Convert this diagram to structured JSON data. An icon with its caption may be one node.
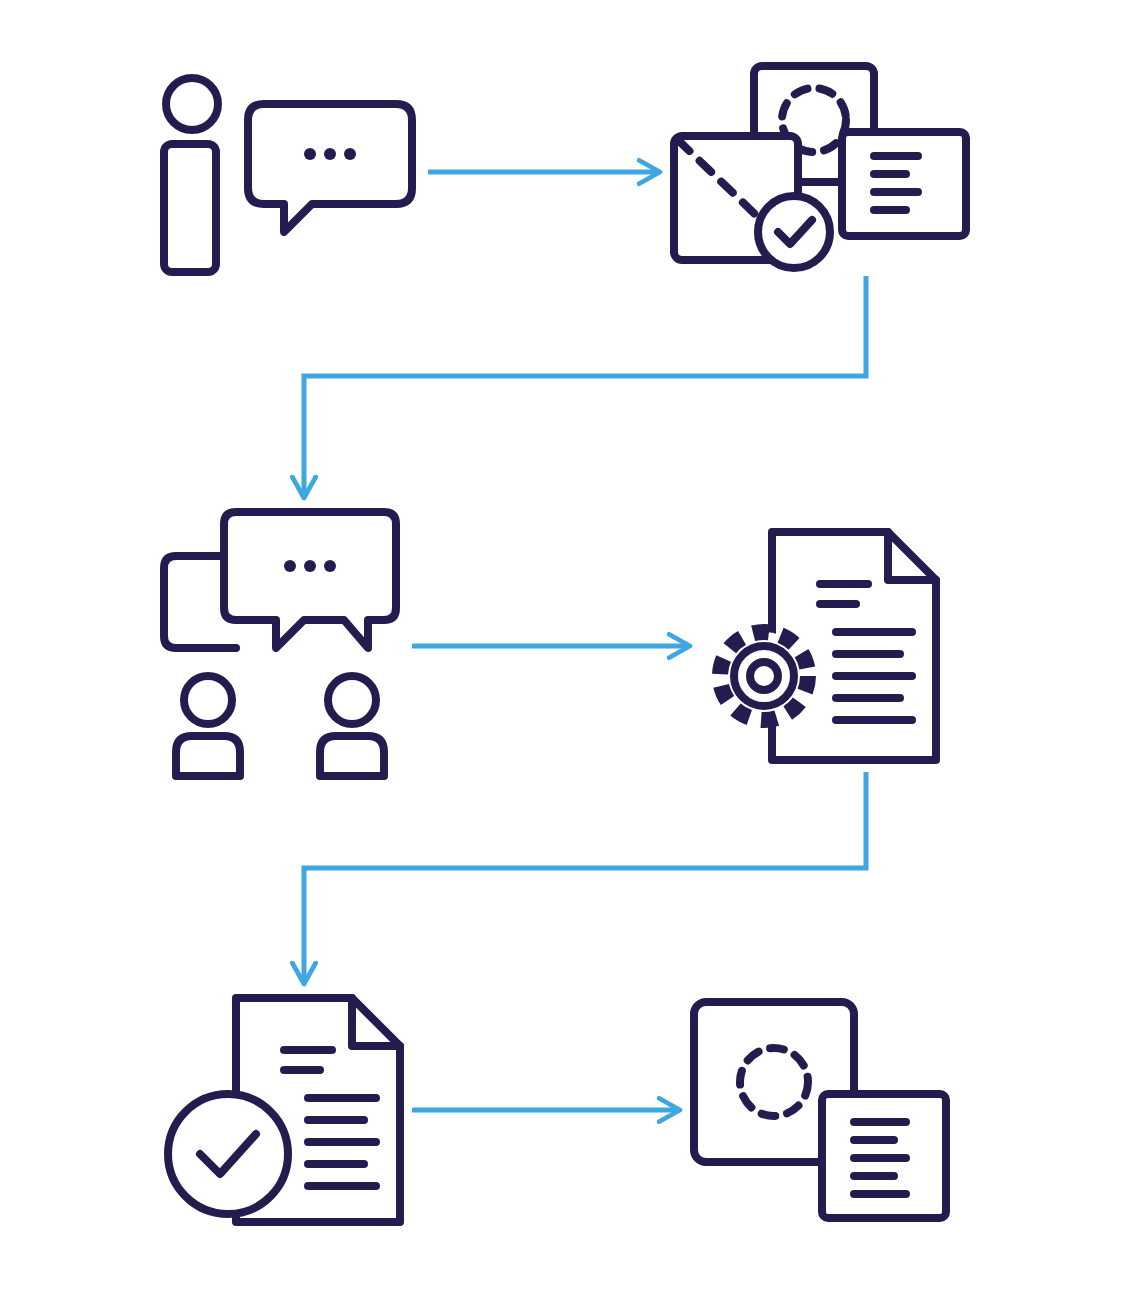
{
  "diagram": {
    "nodes": [
      {
        "text": [],
        "shape": "picture"
      },
      {
        "text": [],
        "shape": "picture"
      },
      {
        "text": [],
        "shape": "picture"
      },
      {
        "text": [],
        "shape": "picture"
      },
      {
        "text": [],
        "shape": "picture"
      },
      {
        "text": [],
        "shape": "picture"
      }
    ],
    "edges": [
      {
        "from": 0,
        "to": 1,
        "arrow": "to"
      },
      {
        "from": 1,
        "to": 2,
        "arrow": "to"
      },
      {
        "from": 2,
        "to": 3,
        "arrow": "to"
      },
      {
        "from": 3,
        "to": 4,
        "arrow": "to"
      },
      {
        "from": 4,
        "to": 5,
        "arrow": "to"
      }
    ]
  }
}
